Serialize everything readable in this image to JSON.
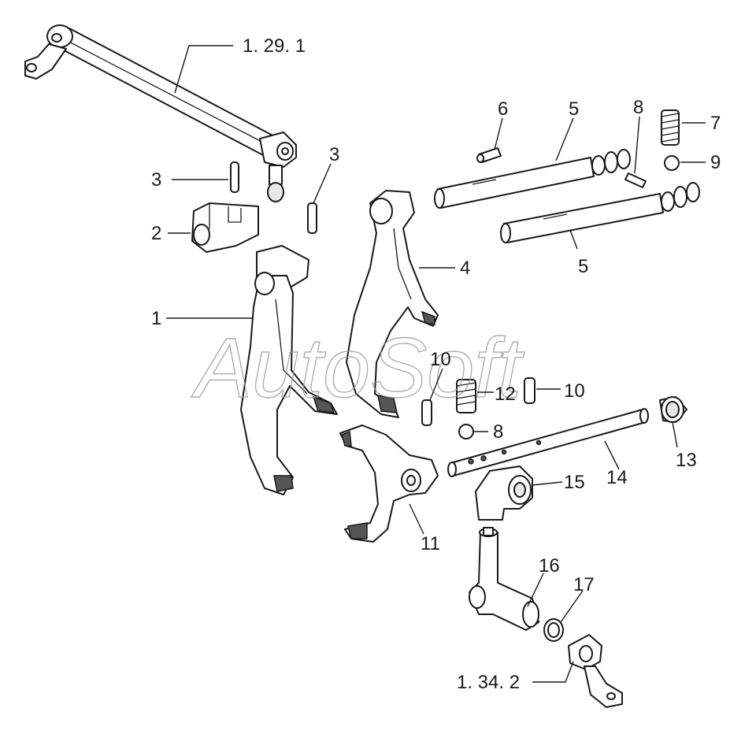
{
  "watermark": "AutoSoft",
  "labels": {
    "ref_rod_top": "1. 29. 1",
    "ref_lever_bottom": "1. 34. 2",
    "l1": "1",
    "l2": "2",
    "l3a": "3",
    "l3b": "3",
    "l4": "4",
    "l5a": "5",
    "l5b": "5",
    "l6": "6",
    "l7": "7",
    "l8a": "8",
    "l8b": "8",
    "l9": "9",
    "l10a": "10",
    "l10b": "10",
    "l11": "11",
    "l12": "12",
    "l13": "13",
    "l14": "14",
    "l15": "15",
    "l16": "16",
    "l17": "17"
  }
}
